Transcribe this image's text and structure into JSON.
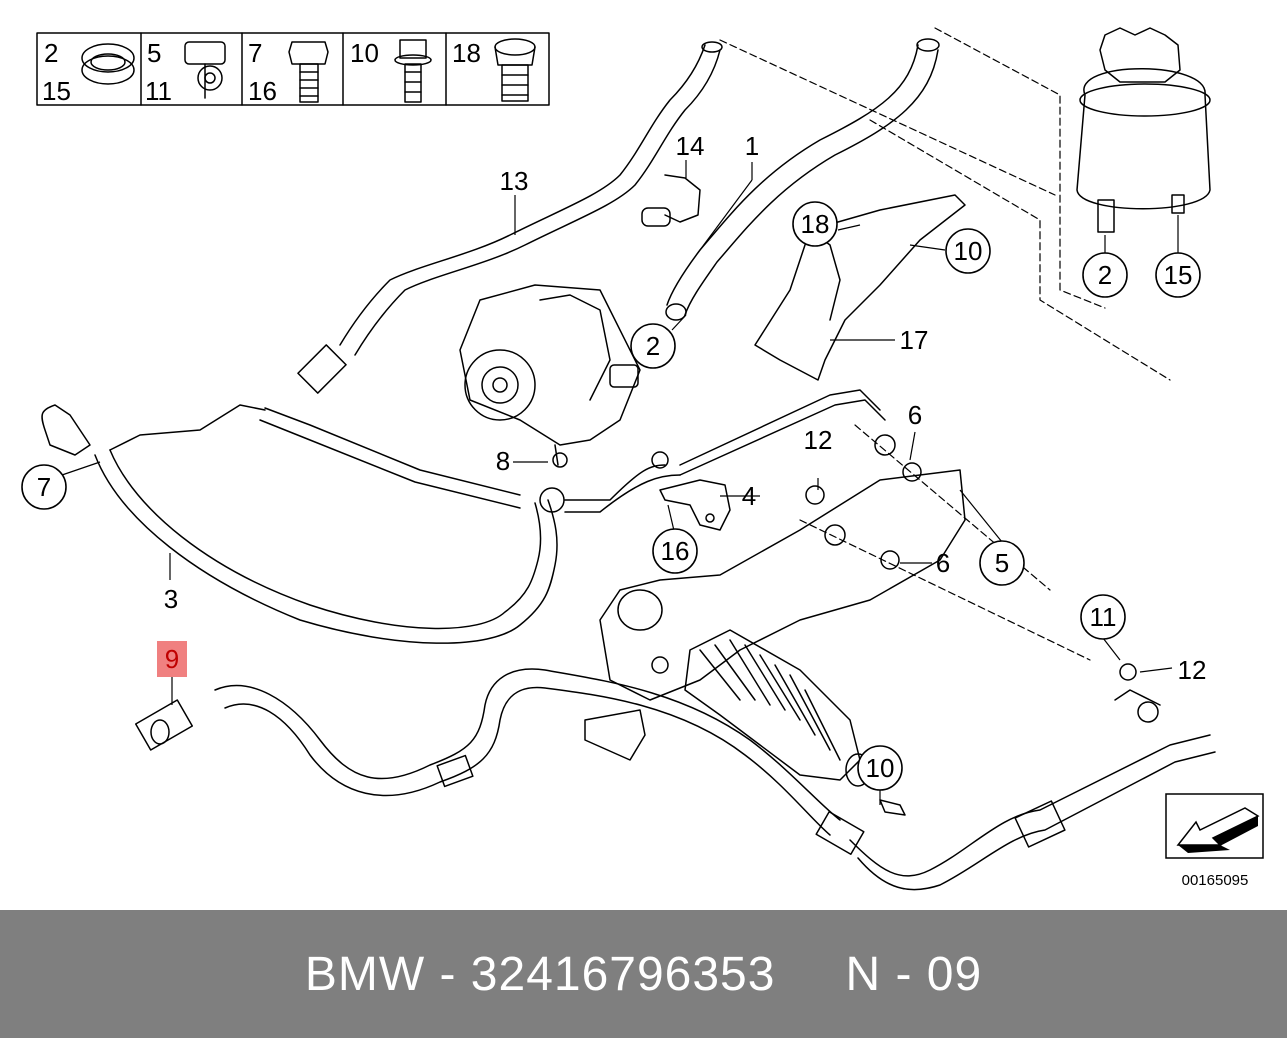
{
  "legend": [
    {
      "top": "2",
      "bottom": "15"
    },
    {
      "top": "5",
      "bottom": "11"
    },
    {
      "top": "7",
      "bottom": "16"
    },
    {
      "top": "10",
      "bottom": ""
    },
    {
      "top": "18",
      "bottom": ""
    }
  ],
  "callouts": {
    "c1": "1",
    "c2a": "2",
    "c2b": "2",
    "c3": "3",
    "c4": "4",
    "c5a": "5",
    "c6a": "6",
    "c6b": "6",
    "c7": "7",
    "c8": "8",
    "c9": "9",
    "c10a": "10",
    "c10b": "10",
    "c11": "11",
    "c12a": "12",
    "c12b": "12",
    "c13": "13",
    "c14": "14",
    "c15": "15",
    "c16": "16",
    "c17": "17",
    "c18": "18"
  },
  "highlight_color": "#f08080",
  "diagram_code": "00165095",
  "footer": {
    "brand": "BMW",
    "part_number": "32416796353",
    "ref": "N - 09",
    "separator": "-"
  }
}
